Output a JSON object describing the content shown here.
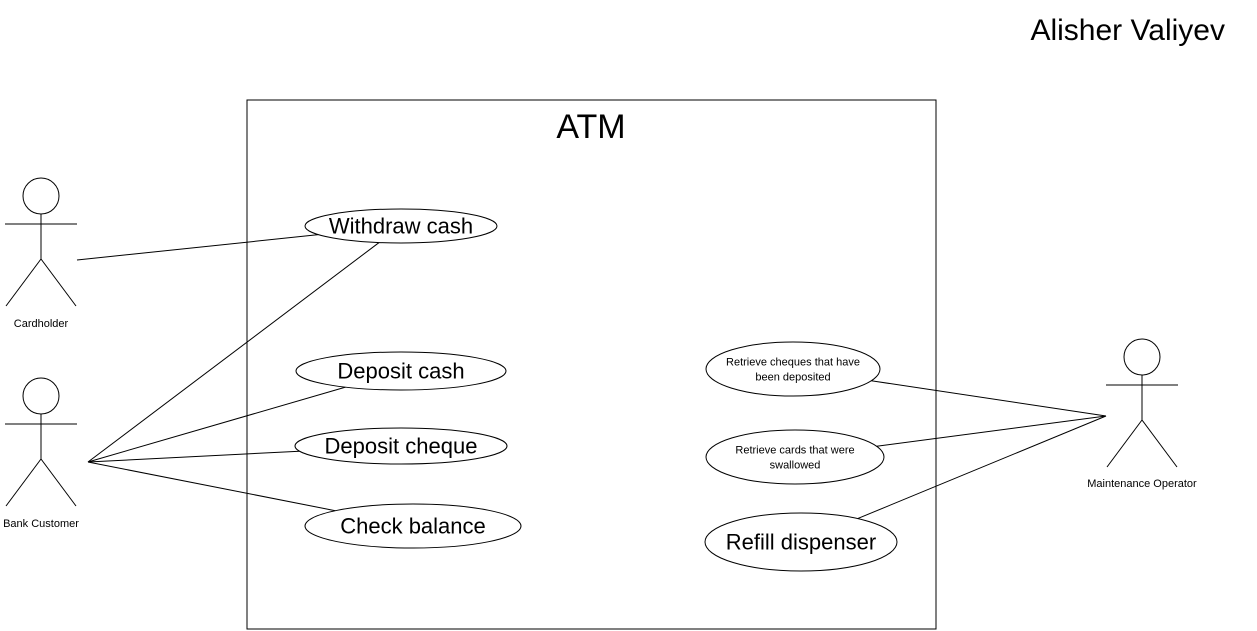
{
  "author": "Alisher Valiyev",
  "system": {
    "name": "ATM"
  },
  "actors": [
    {
      "id": "cardholder",
      "label": "Cardholder"
    },
    {
      "id": "bank-customer",
      "label": "Bank Customer"
    },
    {
      "id": "maintenance-operator",
      "label": "Maintenance Operator"
    }
  ],
  "use_cases": [
    {
      "id": "withdraw-cash",
      "lines": [
        "Withdraw cash"
      ]
    },
    {
      "id": "deposit-cash",
      "lines": [
        "Deposit cash"
      ]
    },
    {
      "id": "deposit-cheque",
      "lines": [
        "Deposit cheque"
      ]
    },
    {
      "id": "check-balance",
      "lines": [
        "Check balance"
      ]
    },
    {
      "id": "retrieve-cheques",
      "lines": [
        "Retrieve cheques that have",
        "been deposited"
      ]
    },
    {
      "id": "retrieve-cards",
      "lines": [
        "Retrieve cards that were",
        "swallowed"
      ]
    },
    {
      "id": "refill-dispenser",
      "lines": [
        "Refill dispenser"
      ]
    }
  ],
  "associations": [
    {
      "actor": "cardholder",
      "use_case": "withdraw-cash"
    },
    {
      "actor": "bank-customer",
      "use_case": "withdraw-cash"
    },
    {
      "actor": "bank-customer",
      "use_case": "deposit-cash"
    },
    {
      "actor": "bank-customer",
      "use_case": "deposit-cheque"
    },
    {
      "actor": "bank-customer",
      "use_case": "check-balance"
    },
    {
      "actor": "maintenance-operator",
      "use_case": "retrieve-cheques"
    },
    {
      "actor": "maintenance-operator",
      "use_case": "retrieve-cards"
    },
    {
      "actor": "maintenance-operator",
      "use_case": "refill-dispenser"
    }
  ]
}
